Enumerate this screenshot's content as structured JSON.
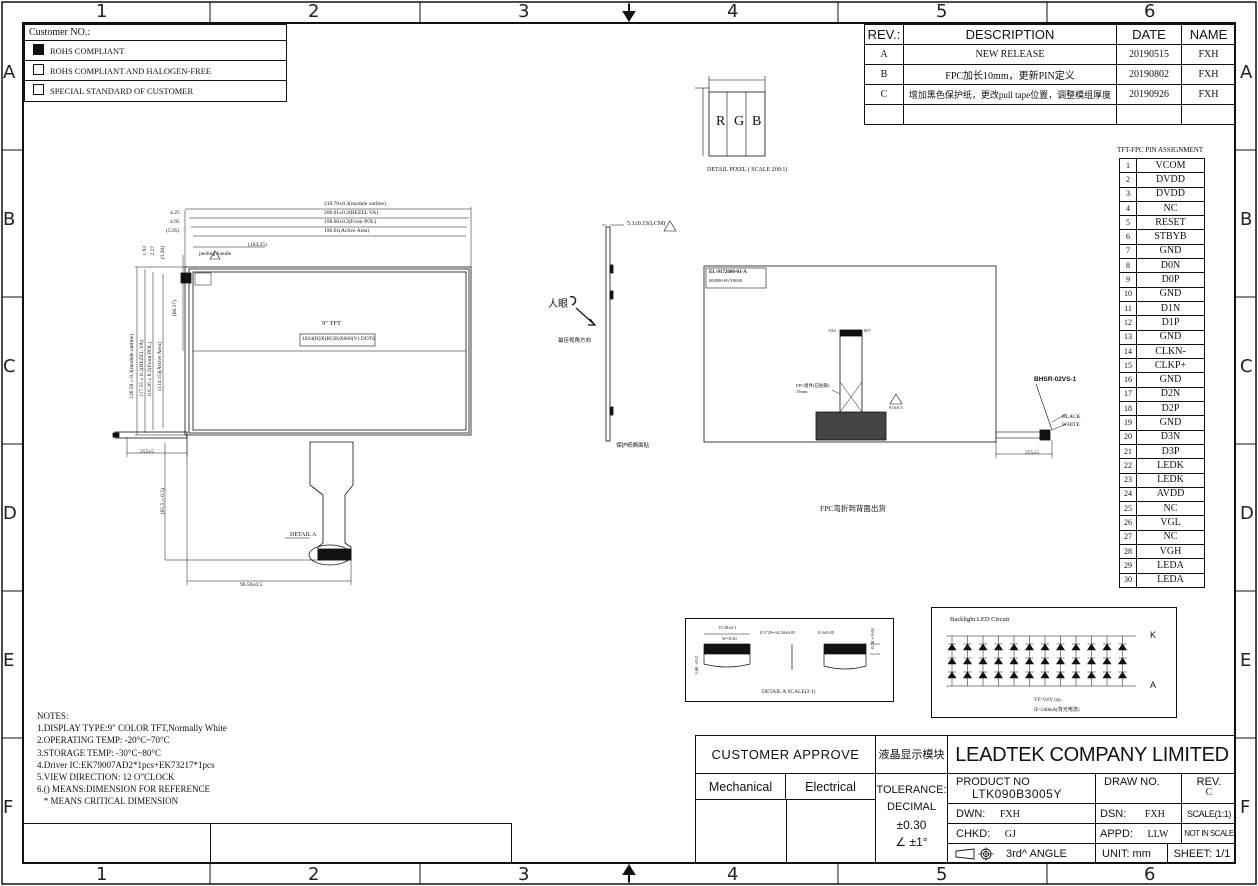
{
  "zones": {
    "cols": [
      "1",
      "2",
      "3",
      "4",
      "5",
      "6"
    ],
    "rows": [
      "A",
      "B",
      "C",
      "D",
      "E",
      "F"
    ]
  },
  "customer": {
    "title": "Customer NO.:",
    "options": [
      {
        "label": "ROHS COMPLIANT",
        "checked": true
      },
      {
        "label": "ROHS COMPLIANT AND HALOGEN-FREE",
        "checked": false
      },
      {
        "label": "SPECIAL STANDARD OF CUSTOMER",
        "checked": false
      }
    ]
  },
  "revision": {
    "headers": [
      "REV.:",
      "DESCRIPTION",
      "DATE",
      "NAME"
    ],
    "rows": [
      {
        "rev": "A",
        "desc": "NEW RELEASE",
        "date": "20190515",
        "name": "FXH"
      },
      {
        "rev": "B",
        "desc": "FPC加长10mm，更新PIN定义",
        "date": "20190802",
        "name": "FXH"
      },
      {
        "rev": "C",
        "desc": "增加黑色保护纸，更改pull tape位置，调整模组厚度",
        "date": "20190926",
        "name": "FXH"
      }
    ]
  },
  "pixel_detail": {
    "letters": [
      "R",
      "G",
      "B"
    ],
    "caption": "DETAIL PIXEL ( SCALE 200:1)"
  },
  "pin_assignment": {
    "title": "TFT-FPC PIN ASSIGNMENT",
    "pins": [
      {
        "no": "1",
        "sig": "VCOM"
      },
      {
        "no": "2",
        "sig": "DVDD"
      },
      {
        "no": "3",
        "sig": "DVDD"
      },
      {
        "no": "4",
        "sig": "NC"
      },
      {
        "no": "5",
        "sig": "RESET"
      },
      {
        "no": "6",
        "sig": "STBYB"
      },
      {
        "no": "7",
        "sig": "GND"
      },
      {
        "no": "8",
        "sig": "D0N"
      },
      {
        "no": "9",
        "sig": "D0P"
      },
      {
        "no": "10",
        "sig": "GND"
      },
      {
        "no": "11",
        "sig": "D1N"
      },
      {
        "no": "12",
        "sig": "D1P"
      },
      {
        "no": "13",
        "sig": "GND"
      },
      {
        "no": "14",
        "sig": "CLKN-"
      },
      {
        "no": "15",
        "sig": "CLKP+"
      },
      {
        "no": "16",
        "sig": "GND"
      },
      {
        "no": "17",
        "sig": "D2N"
      },
      {
        "no": "18",
        "sig": "D2P"
      },
      {
        "no": "19",
        "sig": "GND"
      },
      {
        "no": "20",
        "sig": "D3N"
      },
      {
        "no": "21",
        "sig": "D3P"
      },
      {
        "no": "22",
        "sig": "LEDK"
      },
      {
        "no": "23",
        "sig": "LEDK"
      },
      {
        "no": "24",
        "sig": "AVDD"
      },
      {
        "no": "25",
        "sig": "NC"
      },
      {
        "no": "26",
        "sig": "VGL"
      },
      {
        "no": "27",
        "sig": "NC"
      },
      {
        "no": "28",
        "sig": "VGH"
      },
      {
        "no": "29",
        "sig": "LEDA"
      },
      {
        "no": "30",
        "sig": "LEDA"
      }
    ]
  },
  "front_view": {
    "dims_h": [
      "210.70±0.3(module outline)",
      "200.01±0.2(BEZEL VA)",
      "198.60±0.2(Front POL)",
      "196.61(Active Area)"
    ],
    "left_offsets": [
      "4.25",
      "4.95",
      "(5.95)"
    ],
    "top_offsets": [
      "1.93",
      "2.27",
      "(3.20)"
    ],
    "peeling": "peeling handle",
    "num_104": "(104.25)",
    "num_60": "(60.37)",
    "dims_v": [
      "126.50±0.3(module outline)",
      "117.55±0.2(BEZEL VA)",
      "116.26±0.2(Front POL)",
      "(114.15)(Active Area)"
    ],
    "center1": "9\" TFT",
    "center2": "1024(H)X(RGB)X600(V) DOTS",
    "cable_left": "255±5",
    "fpc_len": "(65.5±0.5)",
    "detail_label": "DETAIL A",
    "fpc_pos": "96.50±0.5"
  },
  "side_view": {
    "thickness": "5.1±0.15(LCM)",
    "eye": "人眼",
    "view_note": "最佳视角方向",
    "bottom_note": "保护纸撕面贴"
  },
  "back_view": {
    "label1": "EL-9172600-01-A",
    "label2": "000000-00/Y0000",
    "conn_l": "Ubl",
    "conn_r": "007",
    "callout": "FPC组件(已贴银)",
    "callout2": "15mm",
    "triangle_note": "9.0±0.5",
    "connector": "BHSR-02VS-1",
    "black": "BLACK",
    "white": "WHITE",
    "cable": "255±5",
    "caption": "FPC弯折到背面出货"
  },
  "detail_a": {
    "d1": "15.58±0.1",
    "d2": "0.5*29=14.50±0.05",
    "d3": "0.3±0.05",
    "d4": "W=0.30",
    "d5": "3.00±0.2",
    "d6": "0.30±0.03",
    "caption": "DETAIL A SCALE(2:1)"
  },
  "led": {
    "title": "Backlight LED Circuit",
    "k": "K",
    "a": "A",
    "vf": "VF=9.6V typ.",
    "if": "IF=240mA(背光电流)"
  },
  "notes": {
    "title": "NOTES:",
    "items": [
      "1.DISPLAY TYPE:9\" COLOR TFT,Normally White",
      "2.OPERATING TEMP:  -20°C~70°C",
      "3.STORAGE TEMP: -30°C~80°C",
      "4.Driver IC:EK79007AD2*1pcs+EK73217*1pcs",
      "5.VIEW DIRECTION: 12  O\"CLOCK",
      "6.() MEANS:DIMENSION FOR REFERENCE",
      "   * MEANS CRITICAL DIMENSION"
    ]
  },
  "title_block": {
    "customer_approve": "CUSTOMER  APPROVE",
    "mechanical": "Mechanical",
    "electrical": "Electrical",
    "module_cn": "液晶显示模块",
    "company": "LEADTEK COMPANY LIMITED",
    "tolerance": "TOLERANCE:",
    "decimal": "DECIMAL",
    "tol_val": "±0.30",
    "angle_val": "±1°",
    "product_no_label": "PRODUCT NO",
    "product_no": "LTK090B3005Y",
    "draw_no": "DRAW NO.",
    "rev_label": "REV.",
    "rev_val": "C",
    "dwn": "DWN:",
    "dwn_val": "FXH",
    "dsn": "DSN:",
    "dsn_val": "FXH",
    "scale": "SCALE(1:1)",
    "chkd": "CHKD:",
    "chkd_val": "GJ",
    "appd": "APPD:",
    "appd_val": "LLW",
    "not_in_scale": "NOT IN SCALE",
    "angle_proj": "3rd^ ANGLE",
    "unit": "UNIT: mm",
    "sheet": "SHEET: 1/1"
  }
}
